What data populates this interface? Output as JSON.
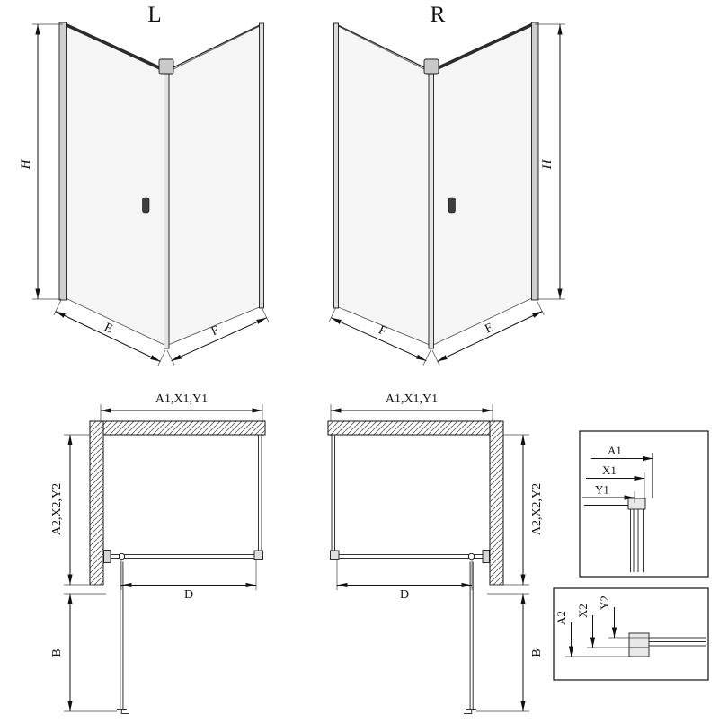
{
  "drawing": {
    "iso_left": {
      "version_label": "L",
      "dim_height": "H",
      "dim_door": "E",
      "dim_side": "F"
    },
    "iso_right": {
      "version_label": "R",
      "dim_height": "H",
      "dim_door": "E",
      "dim_side": "F"
    },
    "plan_left": {
      "dim_width": "A1,X1,Y1",
      "dim_depth": "A2,X2,Y2",
      "dim_door_width": "D",
      "dim_entry": "B"
    },
    "plan_right": {
      "dim_width": "A1,X1,Y1",
      "dim_depth": "A2,X2,Y2",
      "dim_door_width": "D",
      "dim_entry": "B"
    },
    "detail_top": {
      "dim_a1": "A1",
      "dim_x1": "X1",
      "dim_y1": "Y1"
    },
    "detail_bottom": {
      "dim_a2": "A2",
      "dim_x2": "X2",
      "dim_y2": "Y2"
    }
  }
}
